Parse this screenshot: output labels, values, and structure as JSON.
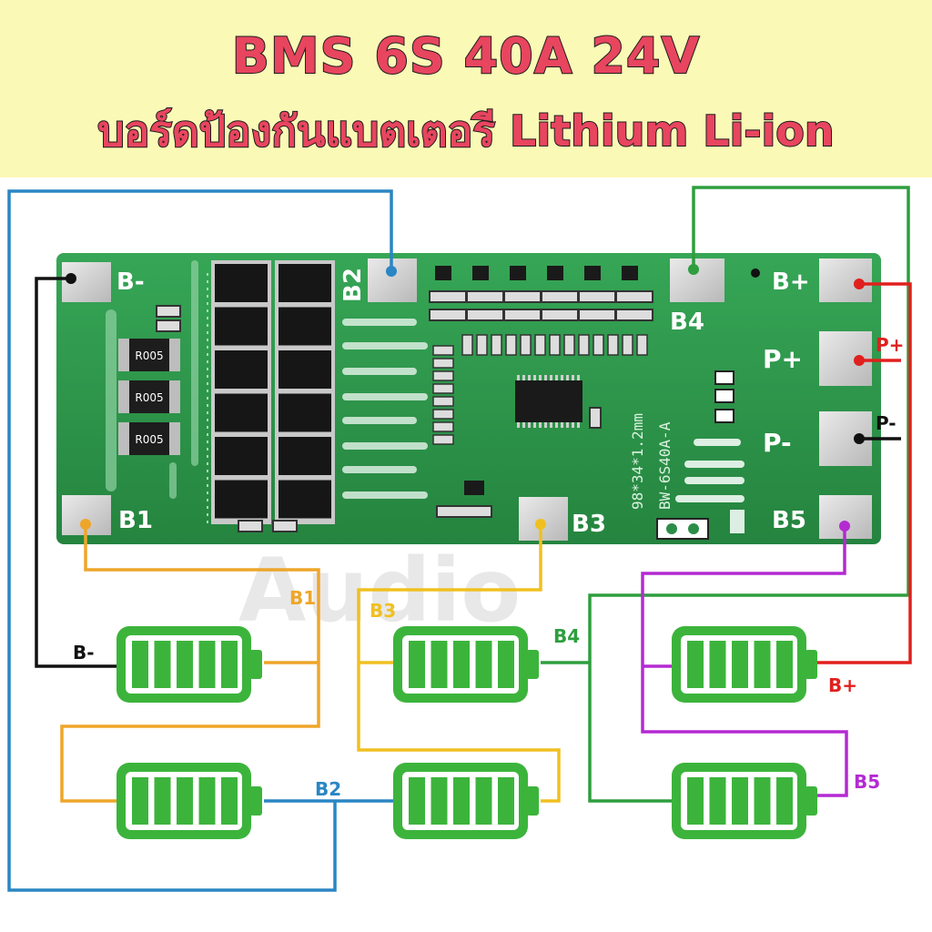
{
  "header": {
    "title": "BMS 6S 40A 24V",
    "subtitle": "บอร์ดป้องกันแบตเตอรี Lithium Li-ion"
  },
  "watermark": "Audio",
  "board": {
    "pad_b_minus": "B-",
    "pad_b1": "B1",
    "pad_b2": "B2",
    "pad_b3": "B3",
    "pad_b4": "B4",
    "pad_b5": "B5",
    "pad_b_plus": "B+",
    "pad_p_plus": "P+",
    "pad_p_minus": "P-",
    "resistor_label": "R005",
    "model": "BW-6S40A-A",
    "size": "98*34*1.2mm"
  },
  "wire_labels": {
    "b_minus": "B-",
    "b1": "B1",
    "b2": "B2",
    "b3": "B3",
    "b4": "B4",
    "b5": "B5",
    "b_plus": "B+",
    "p_plus": "P+",
    "p_minus": "P-"
  },
  "colors": {
    "header_bg": "#fbf9b6",
    "title_red": "#e8455f",
    "pcb_green": "#2f9a4e",
    "battery_green": "#3cb43c",
    "wire_black": "#111111",
    "wire_orange": "#eea62a",
    "wire_blue": "#2a86c4",
    "wire_yellow": "#f0c020",
    "wire_green": "#2e9e3e",
    "wire_purple": "#b42ad2",
    "wire_red": "#e0201e"
  }
}
